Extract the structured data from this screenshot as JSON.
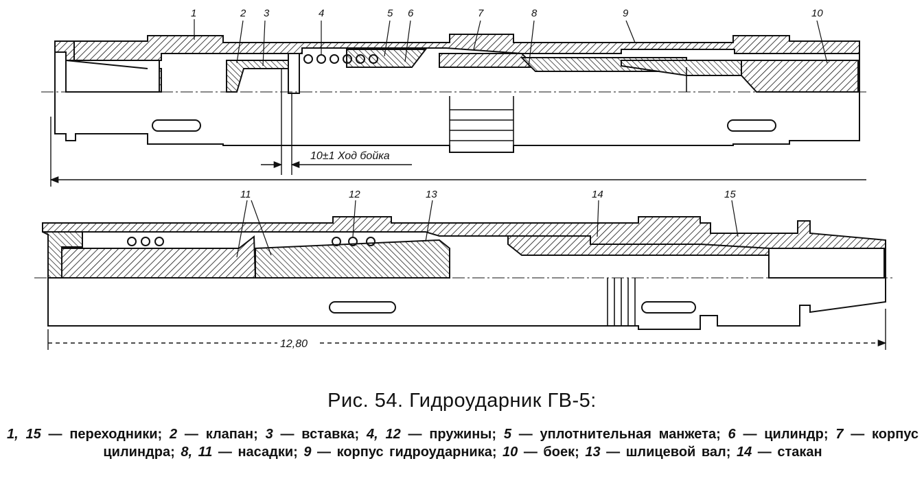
{
  "figure": {
    "part_labels_top": [
      "1",
      "2",
      "3",
      "4",
      "5",
      "6",
      "7",
      "8",
      "9",
      "10"
    ],
    "part_labels_bottom": [
      "11",
      "12",
      "13",
      "14",
      "15"
    ],
    "dim_stroke": "10±1 Ход бойка",
    "dim_length": "12,80"
  },
  "caption": {
    "title": "Рис. 54. Гидроударник ГВ-5:",
    "legend": [
      {
        "nums": "1, 15",
        "text": "— переходники;"
      },
      {
        "nums": "2",
        "text": "— клапан;"
      },
      {
        "nums": "3",
        "text": "— вставка;"
      },
      {
        "nums": "4, 12",
        "text": "— пружины;"
      },
      {
        "nums": "5",
        "text": "— уплотнительная манжета;"
      },
      {
        "nums": "6",
        "text": "— цилиндр;"
      },
      {
        "nums": "7",
        "text": "— корпус цилиндра;"
      },
      {
        "nums": "8, 11",
        "text": "— насадки;"
      },
      {
        "nums": "9",
        "text": "— корпус гидроударника;"
      },
      {
        "nums": "10",
        "text": "— боек;"
      },
      {
        "nums": "13",
        "text": "— шлицевой вал;"
      },
      {
        "nums": "14",
        "text": "— стакан"
      }
    ]
  },
  "colors": {
    "ink": "#111111",
    "paper": "#ffffff"
  }
}
